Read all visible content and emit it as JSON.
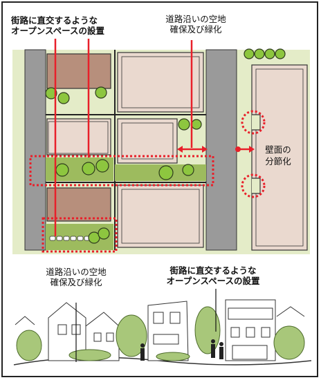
{
  "plan": {
    "label_open_space": [
      "街路に直交するような",
      "オープンスペースの設置"
    ],
    "label_roadside": [
      "道路沿いの空地",
      "確保及び緑化"
    ],
    "label_wall": [
      "壁面の",
      "分節化"
    ]
  },
  "street": {
    "label_roadside": [
      "道路沿いの空地",
      "確保及び緑化"
    ],
    "label_open_space": [
      "街路に直交するような",
      "オープンスペースの設置"
    ]
  },
  "colors": {
    "lawn": "#e4ecc8",
    "road": "#9a9a9a",
    "lot": "#ead9cf",
    "roof": "#b78f7c",
    "tree": "#8dc63f",
    "open_green": "#9dbb5e",
    "accent_red": "#e8202a"
  }
}
